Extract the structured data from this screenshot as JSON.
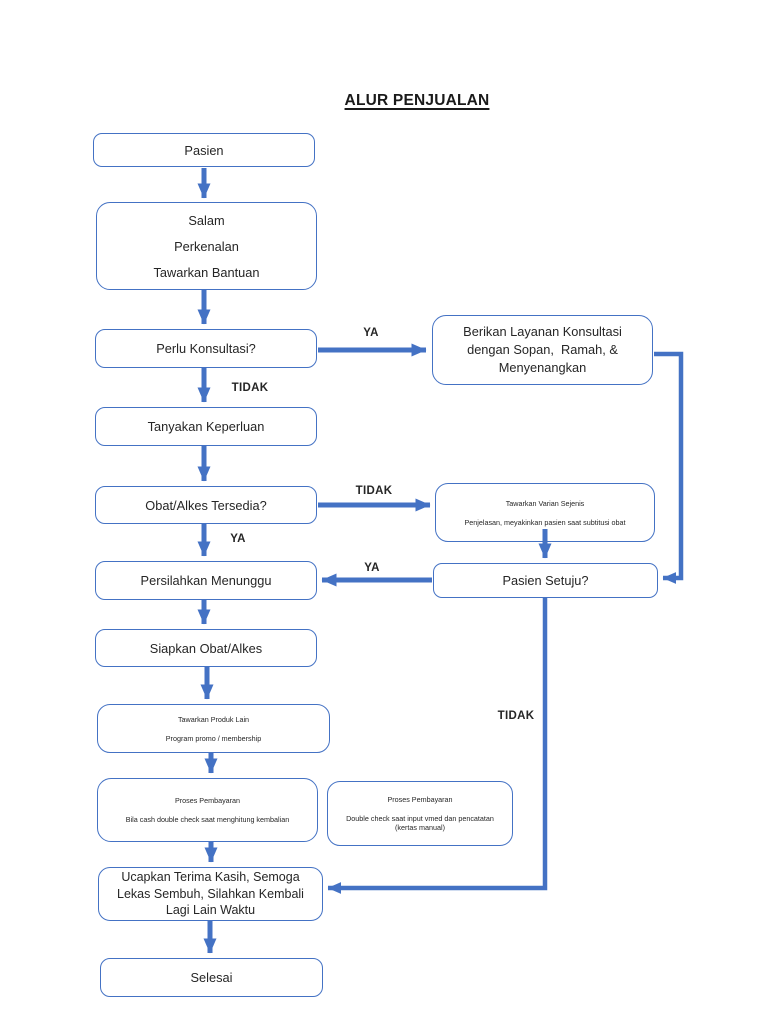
{
  "title": "ALUR PENJUALAN",
  "colors": {
    "accent": "#4472C4",
    "text": "#262626"
  },
  "nodes": {
    "pasien": {
      "lines": [
        "Pasien"
      ]
    },
    "salam": {
      "lines": [
        "Salam",
        "Perkenalan",
        "Tawarkan Bantuan"
      ]
    },
    "perlu_konsultasi": {
      "lines": [
        "Perlu Konsultasi?"
      ]
    },
    "berikan_layanan": {
      "lines": [
        "Berikan Layanan Konsultasi",
        "dengan Sopan,  Ramah, &",
        "Menyenangkan"
      ]
    },
    "tanyakan_keperluan": {
      "lines": [
        "Tanyakan Keperluan"
      ]
    },
    "obat_tersedia": {
      "lines": [
        "Obat/Alkes Tersedia?"
      ]
    },
    "tawarkan_varian": {
      "lines": [
        "Tawarkan Varian Sejenis",
        "Penjelasan, meyakinkan pasien saat subtitusi obat"
      ]
    },
    "persilahkan_menunggu": {
      "lines": [
        "Persilahkan Menunggu"
      ]
    },
    "pasien_setuju": {
      "lines": [
        "Pasien Setuju?"
      ]
    },
    "siapkan_obat": {
      "lines": [
        "Siapkan Obat/Alkes"
      ]
    },
    "tawarkan_produk": {
      "lines": [
        "Tawarkan Produk Lain",
        "Program promo / membership"
      ]
    },
    "proses_pembayaran_cash": {
      "lines": [
        "Proses Pembayaran",
        "Bila cash double check saat menghitung kembalian"
      ]
    },
    "proses_pembayaran_input": {
      "lines": [
        "Proses Pembayaran",
        "Double check saat input vmed dan pencatatan",
        "(kertas manual)"
      ]
    },
    "ucapkan_terima_kasih": {
      "lines": [
        "Ucapkan Terima Kasih, Semoga",
        "Lekas Sembuh, Silahkan Kembali",
        "Lagi Lain Waktu"
      ]
    },
    "selesai": {
      "lines": [
        "Selesai"
      ]
    }
  },
  "edge_labels": {
    "ya_konsultasi": "YA",
    "tidak_konsultasi": "TIDAK",
    "tidak_tersedia": "TIDAK",
    "ya_tersedia": "YA",
    "ya_setuju": "YA",
    "tidak_setuju": "TIDAK"
  }
}
